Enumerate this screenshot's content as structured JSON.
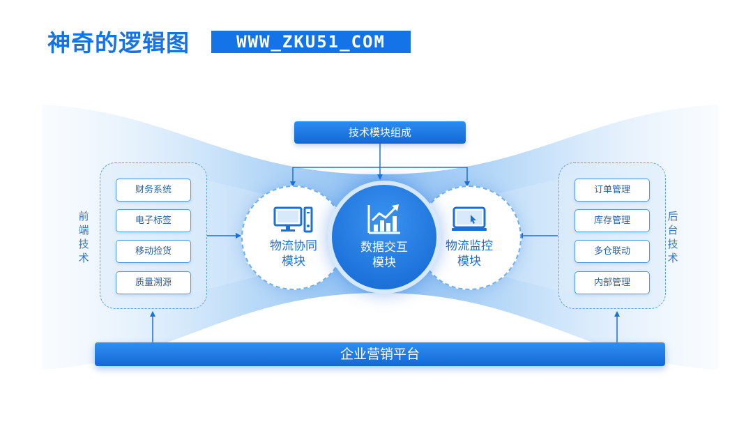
{
  "header": {
    "title": "神奇的逻辑图",
    "url_badge": "WWW_ZKU51_COM"
  },
  "top_box": {
    "label": "技术模块组成"
  },
  "left_panel": {
    "side_label": "前端技术",
    "items": [
      "财务系统",
      "电子标签",
      "移动捡货",
      "质量溯源"
    ]
  },
  "right_panel": {
    "side_label": "后台技术",
    "items": [
      "订单管理",
      "库存管理",
      "多仓联动",
      "内部管理"
    ]
  },
  "modules": {
    "left": {
      "line1": "物流协同",
      "line2": "模块",
      "icon": "desktop-computer-icon"
    },
    "center": {
      "line1": "数据交互",
      "line2": "模块",
      "icon": "bar-chart-growth-icon"
    },
    "right": {
      "line1": "物流监控",
      "line2": "模块",
      "icon": "monitor-cursor-icon"
    }
  },
  "platform": {
    "label": "企业营销平台"
  },
  "colors": {
    "primary": "#1473e6",
    "light": "#d5e9fb"
  }
}
